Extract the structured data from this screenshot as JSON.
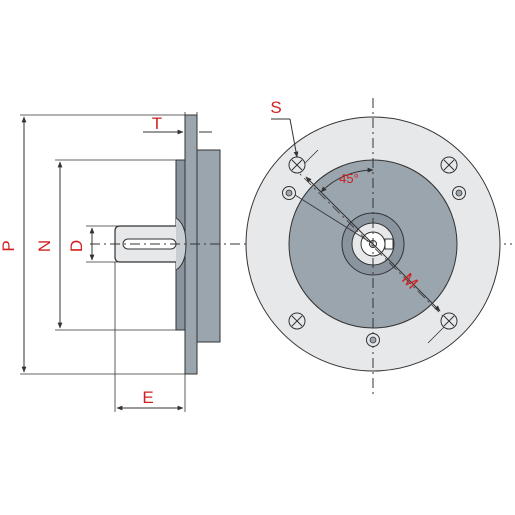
{
  "diagram": {
    "labels": {
      "P": "P",
      "N": "N",
      "D": "D",
      "T": "T",
      "E": "E",
      "S": "S",
      "M": "M",
      "angle": "45°"
    },
    "colors": {
      "flange_gray": "#9ba5ae",
      "flange_light": "#e7e8ea",
      "pilot_gray": "#8a949e",
      "line": "#333333",
      "label_red": "#d11f1f"
    }
  }
}
